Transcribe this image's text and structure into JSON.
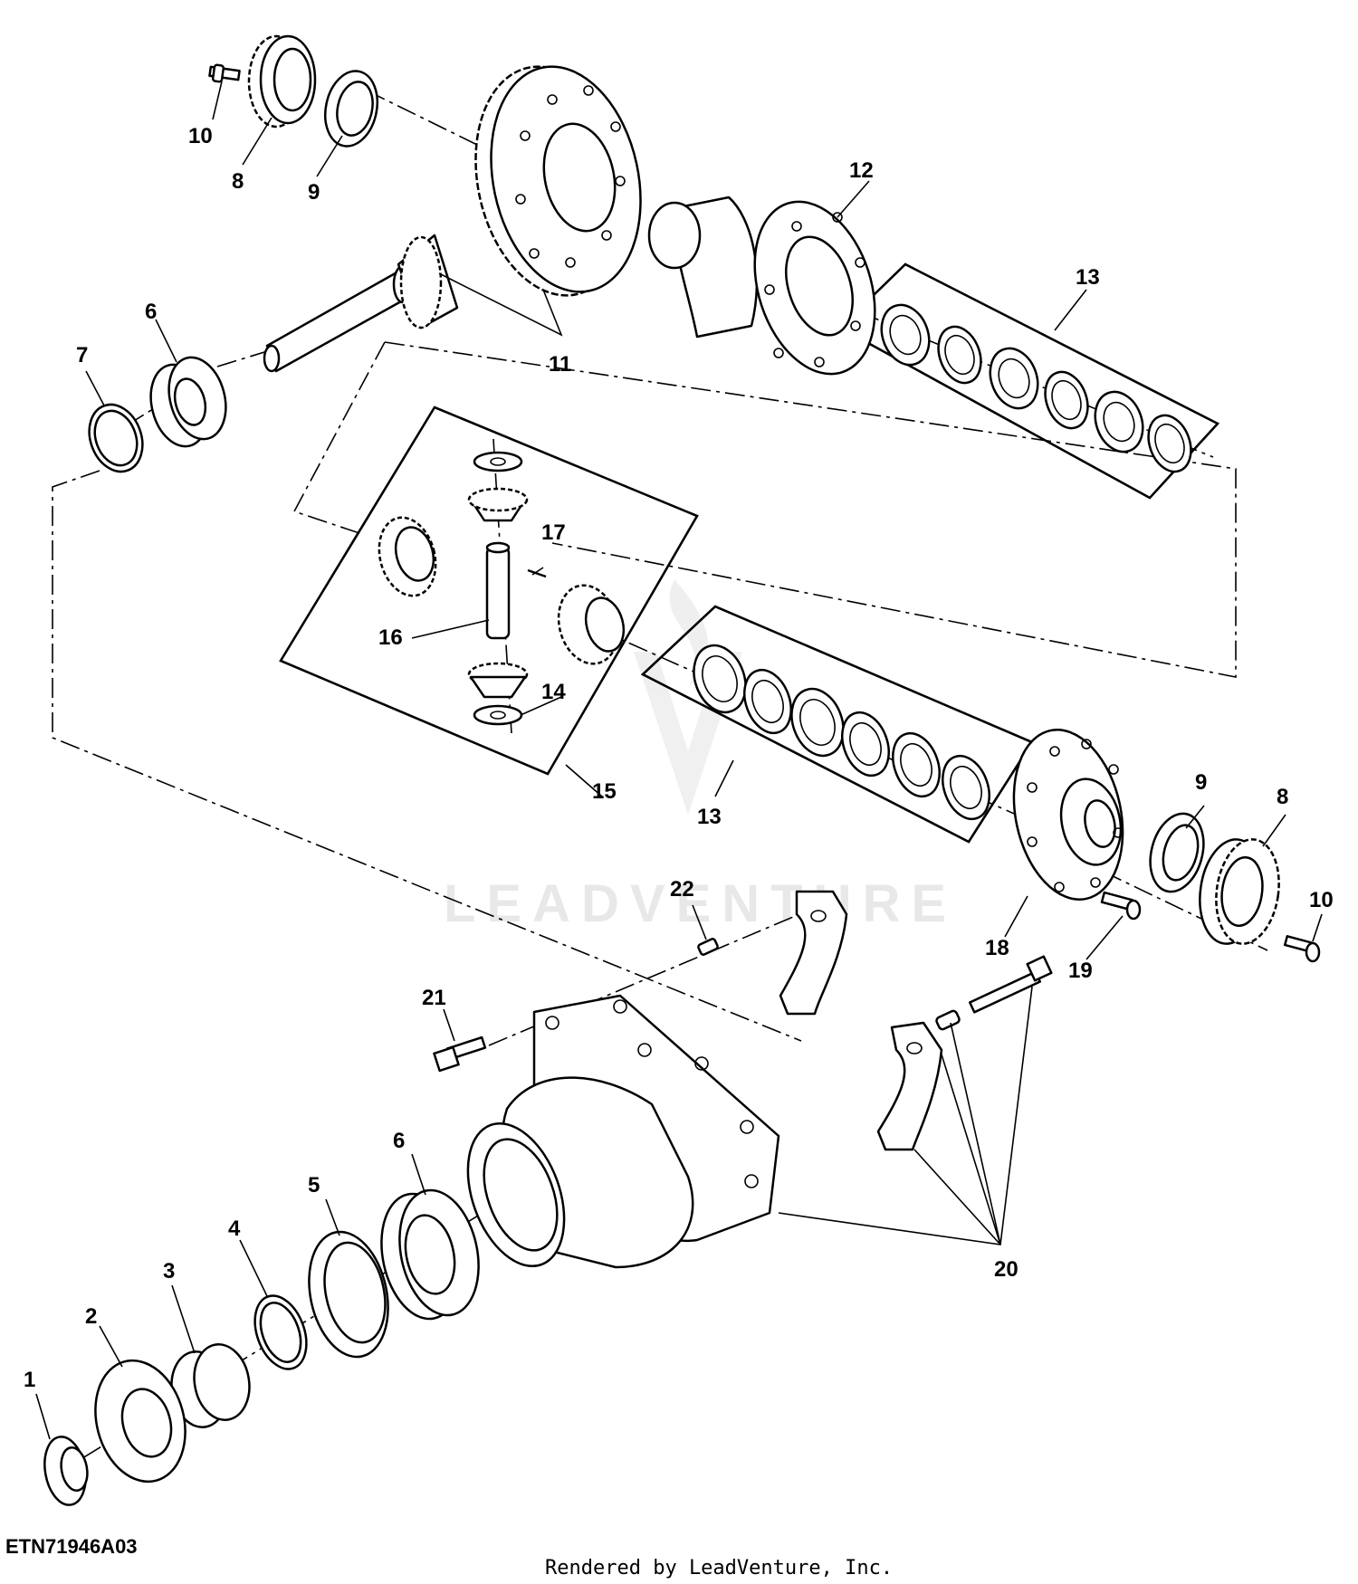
{
  "diagram": {
    "drawing_id": "ETN71946A03",
    "footer": "Rendered by LeadVenture, Inc.",
    "watermark": "LEADVENTURE",
    "callouts": [
      {
        "id": "c1",
        "text": "1"
      },
      {
        "id": "c2",
        "text": "2"
      },
      {
        "id": "c3",
        "text": "3"
      },
      {
        "id": "c4",
        "text": "4"
      },
      {
        "id": "c5",
        "text": "5"
      },
      {
        "id": "c6a",
        "text": "6"
      },
      {
        "id": "c6b",
        "text": "6"
      },
      {
        "id": "c7",
        "text": "7"
      },
      {
        "id": "c8a",
        "text": "8"
      },
      {
        "id": "c8b",
        "text": "8"
      },
      {
        "id": "c9a",
        "text": "9"
      },
      {
        "id": "c9b",
        "text": "9"
      },
      {
        "id": "c10a",
        "text": "10"
      },
      {
        "id": "c10b",
        "text": "10"
      },
      {
        "id": "c11",
        "text": "11"
      },
      {
        "id": "c12",
        "text": "12"
      },
      {
        "id": "c13a",
        "text": "13"
      },
      {
        "id": "c13b",
        "text": "13"
      },
      {
        "id": "c14",
        "text": "14"
      },
      {
        "id": "c15",
        "text": "15"
      },
      {
        "id": "c16",
        "text": "16"
      },
      {
        "id": "c17",
        "text": "17"
      },
      {
        "id": "c18",
        "text": "18"
      },
      {
        "id": "c19",
        "text": "19"
      },
      {
        "id": "c20",
        "text": "20"
      },
      {
        "id": "c21",
        "text": "21"
      },
      {
        "id": "c22",
        "text": "22"
      }
    ]
  }
}
